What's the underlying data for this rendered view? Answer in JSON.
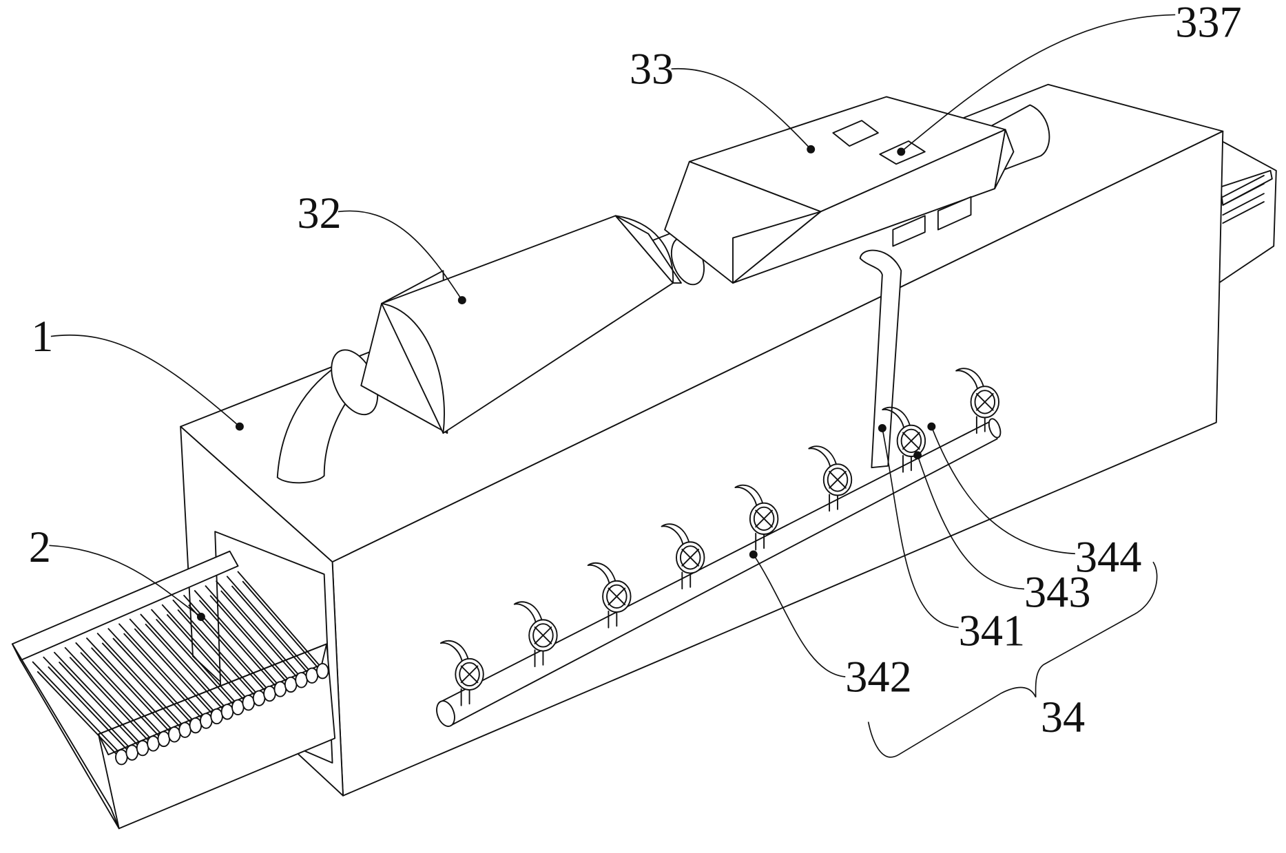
{
  "figure": {
    "type": "patent-drawing",
    "view": "isometric",
    "subject": "tunnel conveyor drying apparatus with exhaust treatment and spray pipe assembly"
  },
  "labels": [
    {
      "id": "1",
      "text": "1",
      "part": "main housing"
    },
    {
      "id": "2",
      "text": "2",
      "part": "roller conveyor"
    },
    {
      "id": "32",
      "text": "32",
      "part": "cylindrical filter tank"
    },
    {
      "id": "33",
      "text": "33",
      "part": "treatment box"
    },
    {
      "id": "337",
      "text": "337",
      "part": "top panel"
    },
    {
      "id": "341",
      "text": "341",
      "part": "vertical supply pipe"
    },
    {
      "id": "342",
      "text": "342",
      "part": "horizontal manifold pipe"
    },
    {
      "id": "343",
      "text": "343",
      "part": "branch pipe"
    },
    {
      "id": "344",
      "text": "344",
      "part": "valve handwheel"
    },
    {
      "id": "34",
      "text": "34",
      "part": "spray assembly (bracketed group)"
    }
  ],
  "counts": {
    "nozzle_valves": 8,
    "conveyor_rollers_visible": 20
  }
}
